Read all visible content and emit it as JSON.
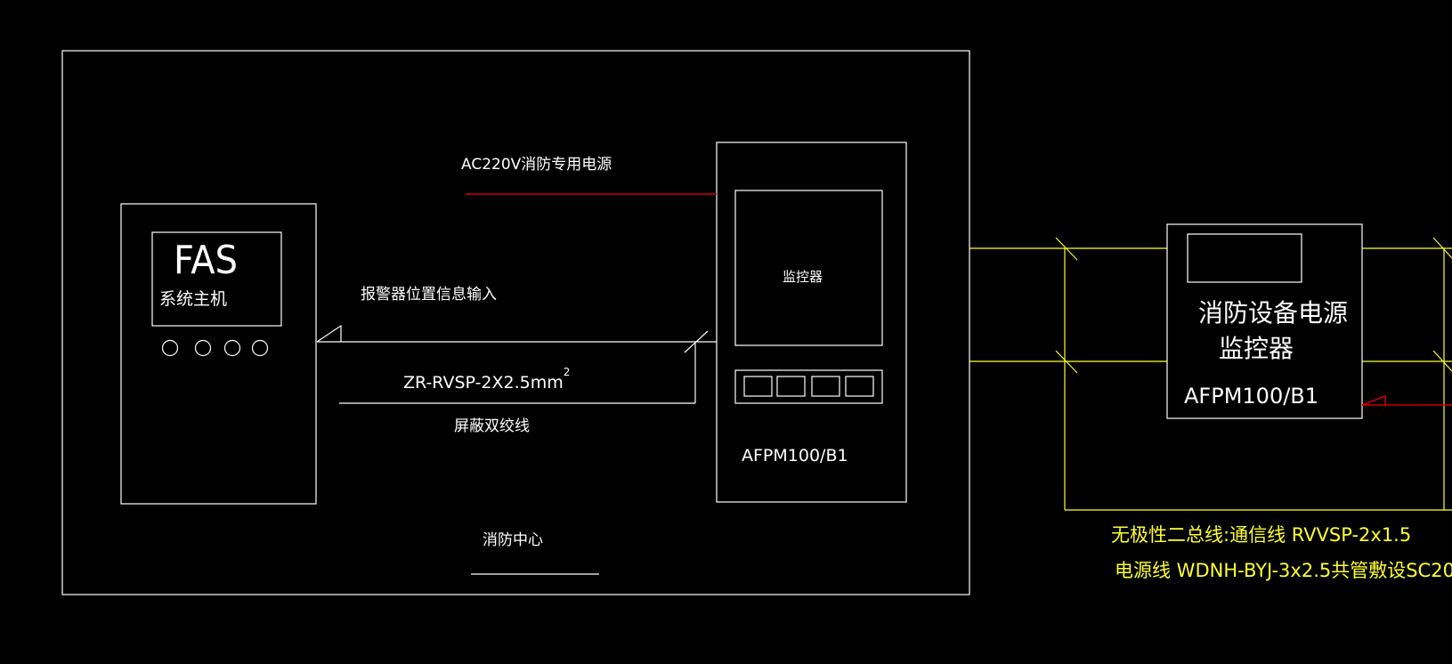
{
  "labels": {
    "fas_title": "FAS",
    "fas_subtitle": "系统主机",
    "power_label": "AC220V消防专用电源",
    "alarm_input": "报警器位置信息输入",
    "cable_spec": "ZR-RVSP-2X2.5mm",
    "cable_sup": "2",
    "shielded_wire": "屏蔽双绞线",
    "monitor_screen": "监控器",
    "model_center": "AFPM100/B1",
    "center_name": "消防中心",
    "remote_line1": "消防设备电源",
    "remote_line2": "监控器",
    "model_remote": "AFPM100/B1",
    "bus_note": "无极性二总线:通信线 RVVSP-2x1.5",
    "power_note": "电源线 WDNH-BYJ-3x2.5共管敷设SC20"
  },
  "colors": {
    "background": "#000000",
    "equipment": "#ffffff",
    "bus_lines": "#ffff33",
    "power_line": "#cc0000"
  }
}
